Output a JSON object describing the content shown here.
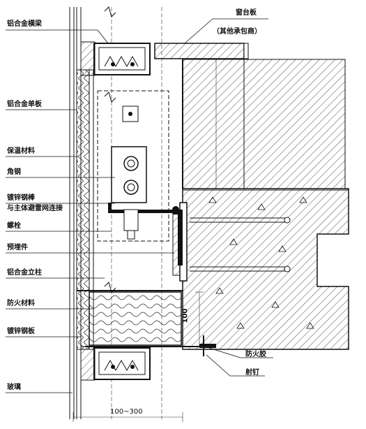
{
  "labels": {
    "crossbeam": "铝合金横梁",
    "sill_board": "窗台板",
    "sill_note": "（其他承包商）",
    "panel": "铝合金单板",
    "insulation": "保温材料",
    "angle_steel": "角钢",
    "galv_bar": "镀锌钢棒",
    "lightning": "与主体避雷网连接",
    "bolt": "螺栓",
    "embed": "预埋件",
    "mullion": "铝合金立柱",
    "fireproof": "防火材料",
    "galv_plate": "镀锌钢板",
    "fire_glue": "防火胶",
    "nail": "射钉",
    "glass": "玻璃"
  },
  "dimensions": {
    "height": "100",
    "depth": "100~300"
  }
}
